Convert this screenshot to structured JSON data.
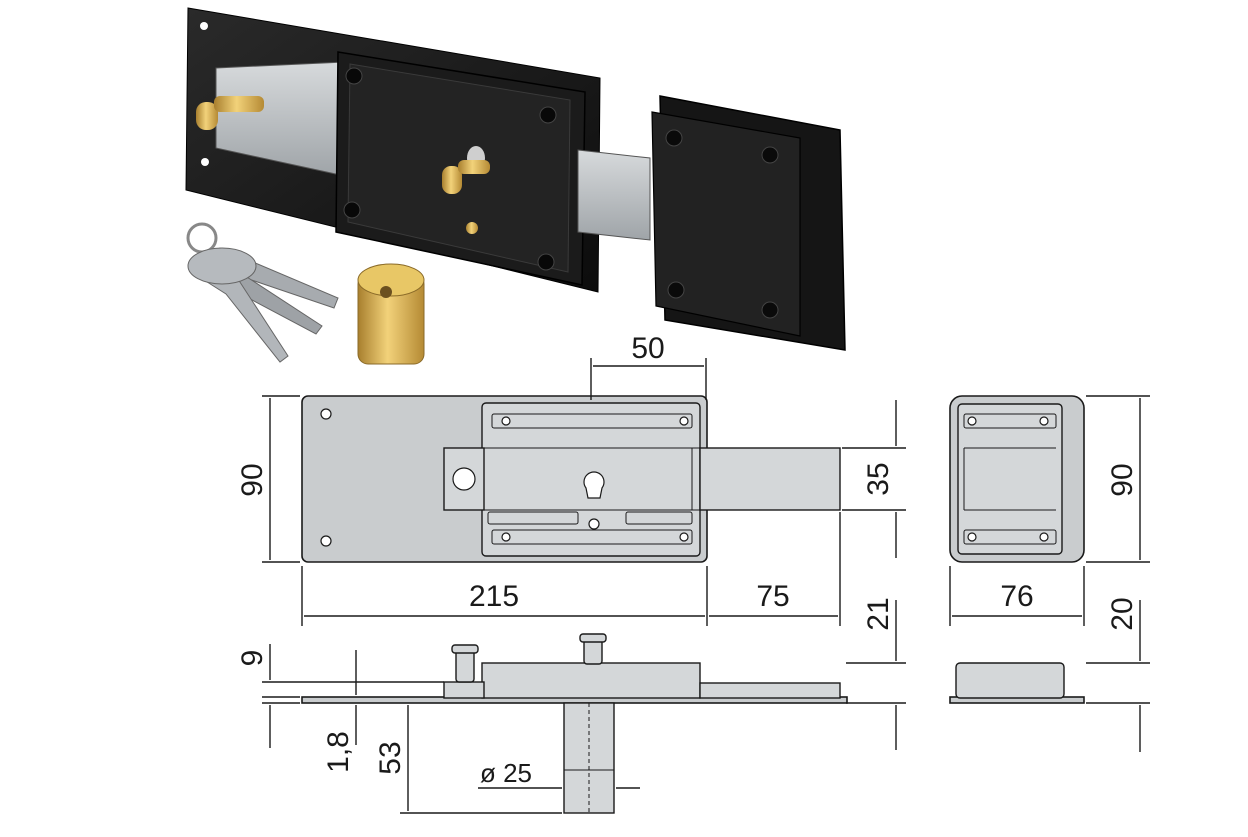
{
  "dimensions": {
    "front_height": "90",
    "front_width": "215",
    "bolt_throw": "75",
    "cylinder_offset": "50",
    "bolt_height": "35",
    "keeper_height": "90",
    "keeper_width": "76",
    "side_thickness": "21",
    "keeper_thickness": "20",
    "plate_step": "9",
    "plate_thickness": "1,8",
    "cylinder_length": "53",
    "cylinder_diameter": "ø 25"
  },
  "colors": {
    "lock_body": "#151515",
    "steel": "#b8bcbf",
    "brass": "#c9a24a",
    "drawing_fill": "#c9ccce"
  }
}
